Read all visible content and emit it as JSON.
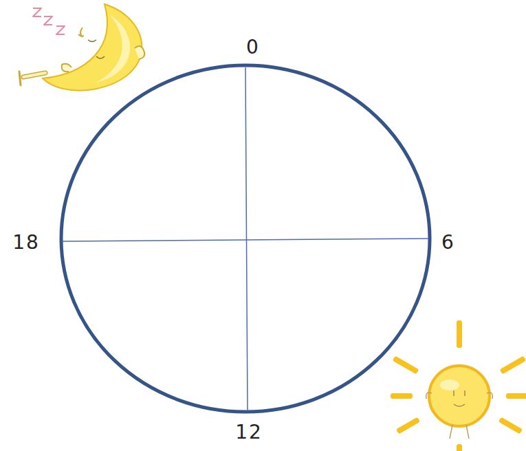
{
  "diagram": {
    "labels": [
      "0",
      "6",
      "12",
      "18"
    ]
  }
}
